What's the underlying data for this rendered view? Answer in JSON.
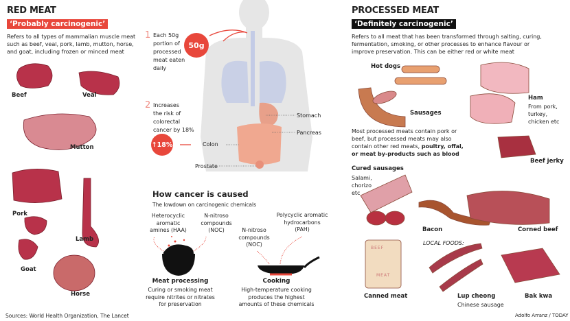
{
  "red_meat": {
    "title": "RED MEAT",
    "badge": "‘Probably carcinogenic’",
    "desc": [
      "Refers to all types of mammalian muscle meat",
      "such as beef, veal, pork, lamb, mutton, horse,",
      "and goat, including frozen or minced meat"
    ],
    "items": [
      "Beef",
      "Veal",
      "Mutton",
      "Pork",
      "Lamb",
      "Goat",
      "Horse"
    ]
  },
  "body": {
    "step1_num": "1",
    "step1": [
      "Each 50g",
      "portion of",
      "processed",
      "meat eaten",
      "daily"
    ],
    "circle1": "50g",
    "step2_num": "2",
    "step2": [
      "Increases",
      "the risk of",
      "colorectal",
      "cancer by 18%"
    ],
    "circle2": "↑18%",
    "organs": {
      "stomach": "Stomach",
      "pancreas": "Pancreas",
      "colon": "Colon",
      "prostate": "Prostate"
    }
  },
  "cancer": {
    "title": "How cancer is caused",
    "subtitle": "The lowdown on carcinogenic chemicals",
    "haa": [
      "Heterocyclic",
      "aromatic",
      "amines (HAA)"
    ],
    "noc1": [
      "N-nitroso",
      "compounds",
      "(NOC)"
    ],
    "noc2": [
      "N-nitroso",
      "compounds",
      "(NOC)"
    ],
    "pah": [
      "Polycyclic aromatic",
      "hydrocarbons",
      "(PAH)"
    ],
    "processing_title": "Meat processing",
    "processing_desc": [
      "Curing or smoking meat",
      "require nitrites or nitrates",
      "for preservation"
    ],
    "cooking_title": "Cooking",
    "cooking_desc": [
      "High-temperature cooking",
      "produces the highest",
      "amounts of these chemicals"
    ]
  },
  "processed": {
    "title": "PROCESSED MEAT",
    "badge": "‘Definitely carcinogenic’",
    "desc": [
      "Refers to all meat that has been transformed through salting, curing,",
      "fermentation, smoking, or other processes to enhance flavour or",
      "improve preservation. This can be either red or white meat"
    ],
    "hot_dogs": "Hot dogs",
    "sausages": "Sausages",
    "note": [
      "Most processed meats contain pork or",
      "beef, but processed meats may also"
    ],
    "note3a": "contain other red meats, ",
    "note3b": "poultry, offal,",
    "note4": "or meat by-products such as blood",
    "ham": "Ham",
    "ham_desc": [
      "From pork,",
      "turkey,",
      "chicken etc"
    ],
    "beef_jerky": "Beef jerky",
    "cured": "Cured sausages",
    "cured_desc": [
      "Salami,",
      "chorizo",
      "etc"
    ],
    "bacon": "Bacon",
    "corned_beef": "Corned beef",
    "local": "LOCAL FOODS:",
    "canned": "Canned  meat",
    "can_label_top": "BEEF",
    "can_label_bottom": "MEAT",
    "lup": "Lup cheong",
    "lup_desc": "Chinese sausage",
    "bak_kwa": "Bak kwa"
  },
  "sources": "Sources: World Health Organization, The Lancet",
  "credit": "Adolfo Arranz / TODAY",
  "colors": {
    "accent": "#e8473b",
    "black": "#111111"
  }
}
